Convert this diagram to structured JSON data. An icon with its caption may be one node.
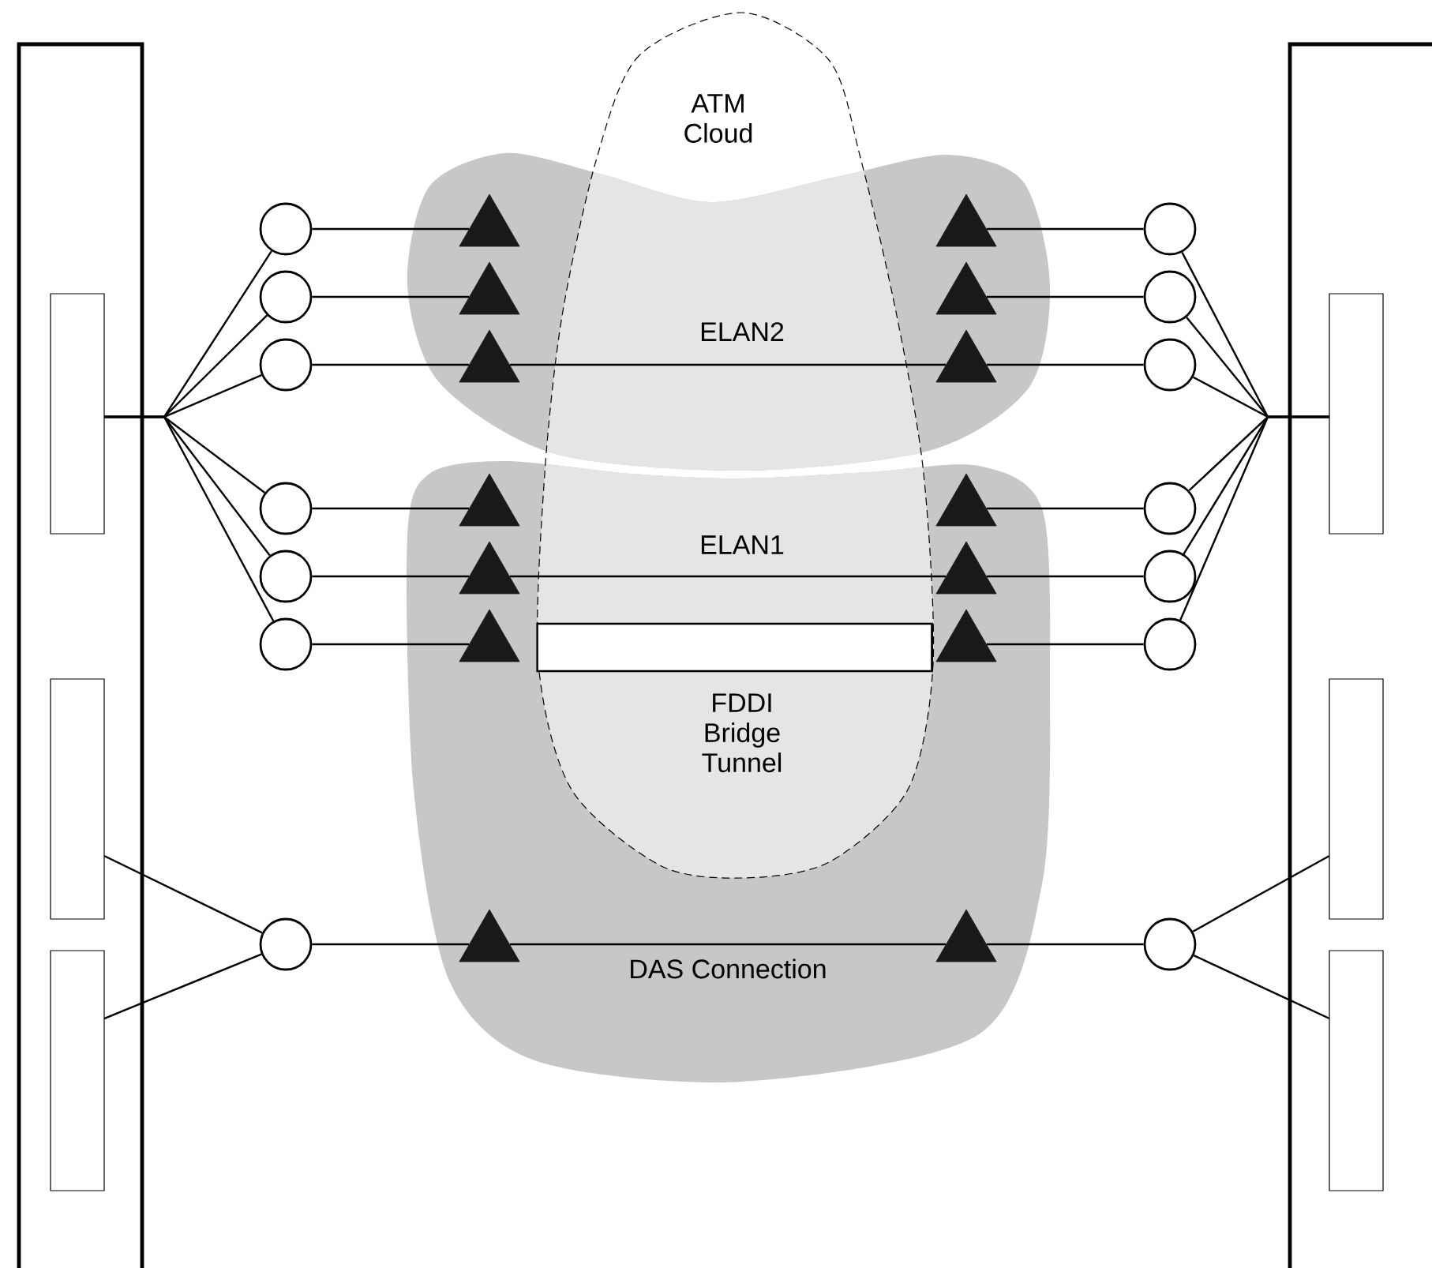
{
  "diagram": {
    "nodes": [
      {
        "text": [
          "ATM Cloud"
        ]
      },
      {
        "text": [],
        "shape": "box"
      },
      {
        "text": [],
        "shape": "box"
      },
      {
        "text": [],
        "shape": "box",
        "in": 1
      },
      {
        "text": [],
        "shape": "box",
        "in": 1
      },
      {
        "text": [],
        "shape": "box",
        "in": 1
      },
      {
        "text": [],
        "shape": "box",
        "in": 2
      },
      {
        "text": [],
        "shape": "box",
        "in": 2
      },
      {
        "text": [],
        "shape": "box",
        "in": 2
      },
      {
        "text": [
          "ELAN2"
        ]
      },
      {
        "text": [
          "ELAN1"
        ]
      },
      {
        "text": [],
        "shape": "circle"
      },
      {
        "text": [],
        "shape": "triangle",
        "in": 9
      },
      {
        "text": [],
        "shape": "triangle",
        "in": 9
      },
      {
        "text": [],
        "shape": "circle"
      },
      {
        "text": [],
        "shape": "circle"
      },
      {
        "text": [],
        "shape": "triangle",
        "in": 9
      },
      {
        "text": [],
        "shape": "triangle",
        "in": 9
      },
      {
        "text": [],
        "shape": "circle"
      },
      {
        "text": [],
        "shape": "circle"
      },
      {
        "text": [],
        "shape": "triangle",
        "in": 9
      },
      {
        "text": [],
        "shape": "triangle",
        "in": 9
      },
      {
        "text": [],
        "shape": "circle"
      },
      {
        "text": [],
        "shape": "circle"
      },
      {
        "text": [],
        "shape": "triangle",
        "in": 10
      },
      {
        "text": [],
        "shape": "triangle",
        "in": 10
      },
      {
        "text": [],
        "shape": "circle"
      },
      {
        "text": [],
        "shape": "circle"
      },
      {
        "text": [],
        "shape": "triangle",
        "in": 10
      },
      {
        "text": [],
        "shape": "triangle",
        "in": 10
      },
      {
        "text": [],
        "shape": "circle"
      },
      {
        "text": [],
        "shape": "circle"
      },
      {
        "text": [],
        "shape": "triangle",
        "in": 10
      },
      {
        "text": [],
        "shape": "triangle",
        "in": 10
      },
      {
        "text": [],
        "shape": "circle"
      },
      {
        "text": [],
        "shape": "circle"
      },
      {
        "text": [],
        "shape": "triangle",
        "in": 10
      },
      {
        "text": [],
        "shape": "triangle",
        "in": 10
      },
      {
        "text": [],
        "shape": "circle"
      },
      {
        "text": [],
        "shape": "cylinder",
        "in": 10,
        "beside": [
          "FDDI Bridge Tunnel"
        ]
      }
    ],
    "edges": [
      {
        "from": 3,
        "to": 11,
        "arrow": "none"
      },
      {
        "from": 3,
        "to": 15,
        "arrow": "none"
      },
      {
        "from": 3,
        "to": 19,
        "arrow": "none"
      },
      {
        "from": 3,
        "to": 23,
        "arrow": "none"
      },
      {
        "from": 3,
        "to": 27,
        "arrow": "none"
      },
      {
        "from": 3,
        "to": 31,
        "arrow": "none"
      },
      {
        "from": 6,
        "to": 14,
        "arrow": "none"
      },
      {
        "from": 6,
        "to": 18,
        "arrow": "none"
      },
      {
        "from": 6,
        "to": 22,
        "arrow": "none"
      },
      {
        "from": 6,
        "to": 26,
        "arrow": "none"
      },
      {
        "from": 6,
        "to": 30,
        "arrow": "none"
      },
      {
        "from": 6,
        "to": 34,
        "arrow": "none"
      },
      {
        "from": 4,
        "to": 35,
        "arrow": "none"
      },
      {
        "from": 5,
        "to": 35,
        "arrow": "none"
      },
      {
        "from": 7,
        "to": 38,
        "arrow": "none"
      },
      {
        "from": 8,
        "to": 38,
        "arrow": "none"
      },
      {
        "from": 11,
        "to": 12,
        "arrow": "none"
      },
      {
        "from": 15,
        "to": 16,
        "arrow": "none"
      },
      {
        "from": 19,
        "to": 20,
        "arrow": "none"
      },
      {
        "from": 23,
        "to": 24,
        "arrow": "none"
      },
      {
        "from": 27,
        "to": 28,
        "arrow": "none"
      },
      {
        "from": 31,
        "to": 32,
        "arrow": "none"
      },
      {
        "from": 35,
        "to": 36,
        "arrow": "none"
      },
      {
        "from": 14,
        "to": 13,
        "arrow": "none"
      },
      {
        "from": 18,
        "to": 17,
        "arrow": "none"
      },
      {
        "from": 22,
        "to": 21,
        "arrow": "none"
      },
      {
        "from": 26,
        "to": 25,
        "arrow": "none"
      },
      {
        "from": 30,
        "to": 29,
        "arrow": "none"
      },
      {
        "from": 34,
        "to": 33,
        "arrow": "none"
      },
      {
        "from": 38,
        "to": 37,
        "arrow": "none"
      },
      {
        "from": 20,
        "to": 21,
        "arrow": "none"
      },
      {
        "from": 28,
        "to": 29,
        "arrow": "none"
      },
      {
        "from": 36,
        "to": 37,
        "arrow": "none",
        "label": "DAS Connection"
      }
    ]
  }
}
